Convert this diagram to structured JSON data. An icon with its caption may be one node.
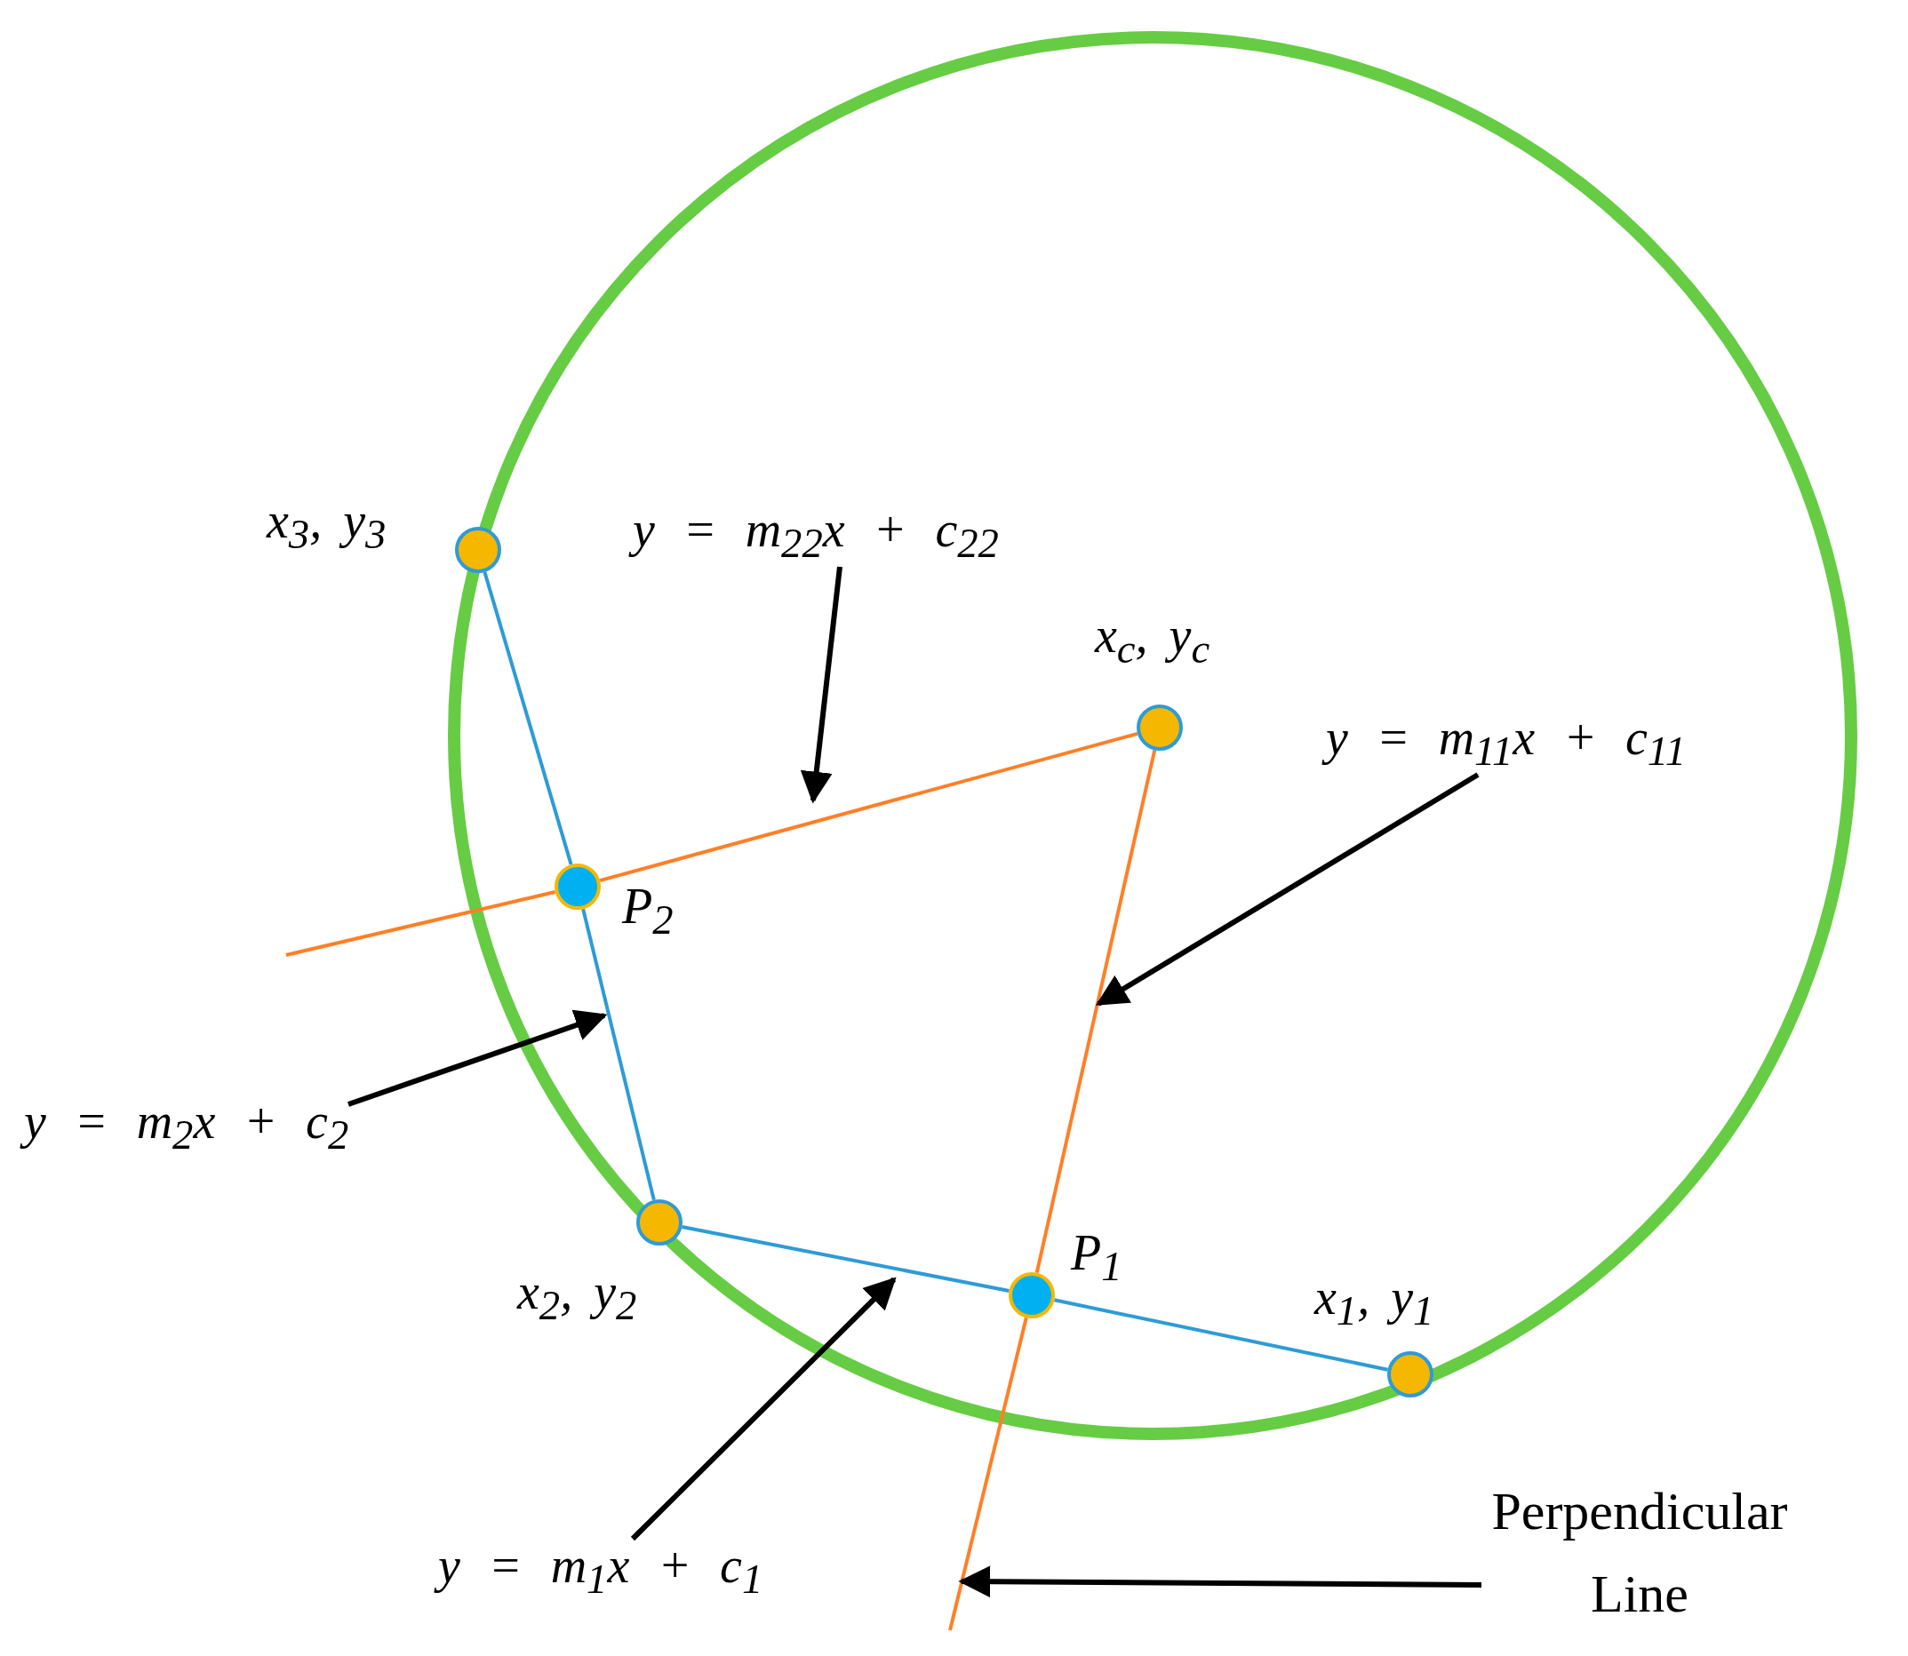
{
  "diagram": {
    "nodes": [
      {
        "text": [],
        "shape": "circle",
        "beside": [
          "x$_{3}$, y$_{3}$"
        ]
      },
      {
        "text": [
          "y = m$_{22}$x + c$_{22}$"
        ]
      },
      {
        "text": [],
        "shape": "circle",
        "beside": [
          "x$_{c}$, y$_{c}$"
        ]
      },
      {
        "text": [
          "y = m$_{11}$x + c$_{11}$"
        ]
      },
      {
        "text": [],
        "shape": "circle",
        "beside": [
          "P$_{2}$"
        ]
      },
      {
        "text": [
          "y = m$_{2}$x + c$_{2}$"
        ]
      },
      {
        "text": [],
        "shape": "circle",
        "beside": [
          "x$_{2}$, y$_{2}$"
        ]
      },
      {
        "text": [],
        "shape": "circle",
        "beside": [
          "P$_{1}$"
        ]
      },
      {
        "text": [],
        "shape": "circle",
        "beside": [
          "x$_{1}$, y$_{1}$"
        ]
      },
      {
        "text": [
          "y = m$_{1}$x + c$_{1}$"
        ]
      },
      {
        "text": [
          "Perpendicular Line"
        ]
      }
    ],
    "edges": [
      {
        "from": 0,
        "to": 4,
        "arrow": "none",
        "color": "#2e9bd6"
      },
      {
        "from": 4,
        "to": 6,
        "arrow": "none",
        "color": "#2e9bd6"
      },
      {
        "from": 6,
        "to": 7,
        "arrow": "none",
        "color": "#2e9bd6"
      },
      {
        "from": 7,
        "to": 8,
        "arrow": "none",
        "color": "#2e9bd6"
      },
      {
        "from": 2,
        "to": 4,
        "arrow": "none",
        "color": "#ff7f27"
      },
      {
        "from": 4,
        "to": null,
        "arrow": "none",
        "color": "#ff7f27"
      },
      {
        "from": 2,
        "to": 7,
        "arrow": "none",
        "color": "#ff7f27"
      },
      {
        "from": 7,
        "to": null,
        "arrow": "none",
        "color": "#ff7f27"
      },
      {
        "from": 1,
        "to": null,
        "arrow": "to"
      },
      {
        "from": 3,
        "to": null,
        "arrow": "to"
      },
      {
        "from": 5,
        "to": null,
        "arrow": "to"
      },
      {
        "from": 9,
        "to": null,
        "arrow": "to"
      },
      {
        "from": 10,
        "to": null,
        "arrow": "to"
      }
    ]
  }
}
